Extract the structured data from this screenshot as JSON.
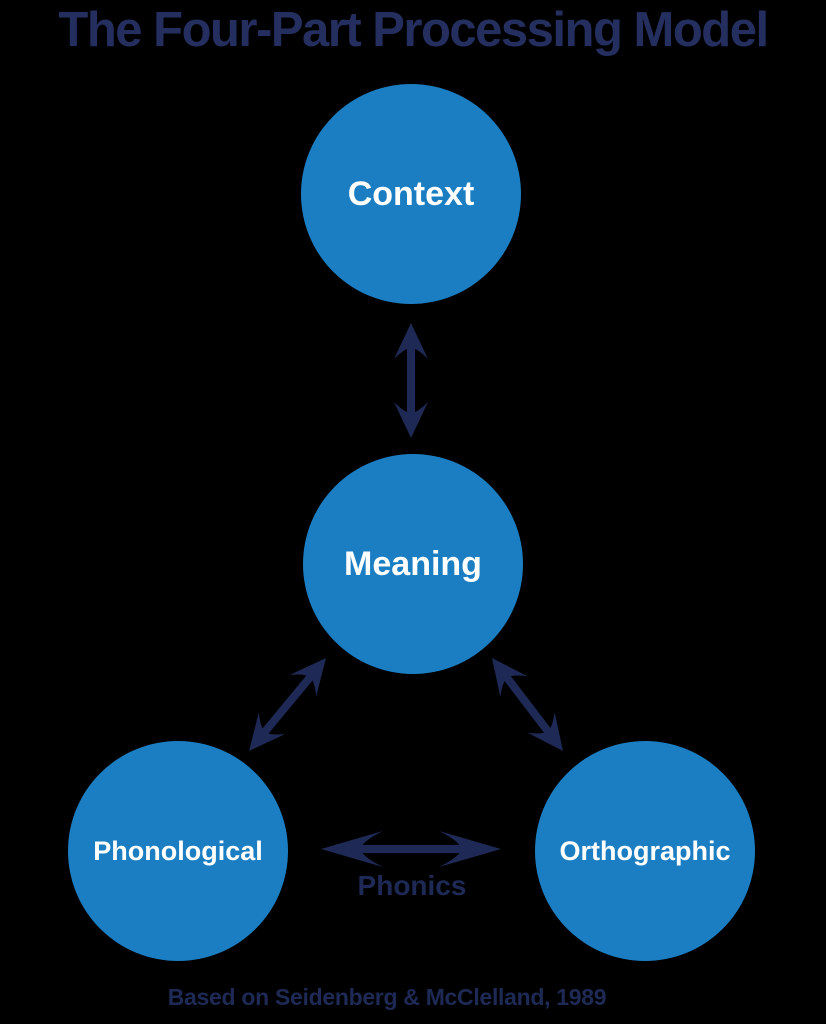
{
  "title": "The Four-Part Processing Model",
  "caption": "Based on Seidenberg & McClelland, 1989",
  "nodes": [
    {
      "id": "context",
      "label": "Context"
    },
    {
      "id": "meaning",
      "label": "Meaning"
    },
    {
      "id": "phonological",
      "label": "Phonological"
    },
    {
      "id": "orthographic",
      "label": "Orthographic"
    }
  ],
  "edges": [
    {
      "from": "context",
      "to": "meaning",
      "style": "double-arrow",
      "label": ""
    },
    {
      "from": "meaning",
      "to": "phonological",
      "style": "double-arrow",
      "label": ""
    },
    {
      "from": "meaning",
      "to": "orthographic",
      "style": "double-arrow",
      "label": ""
    },
    {
      "from": "phonological",
      "to": "orthographic",
      "style": "double-arrow",
      "label": "Phonics"
    }
  ],
  "colors": {
    "background": "#000000",
    "circle_blue": "#1b7ec3",
    "navy": "#1e2a55",
    "title_navy": "#242f5f",
    "circle_text": "#ffffff"
  }
}
